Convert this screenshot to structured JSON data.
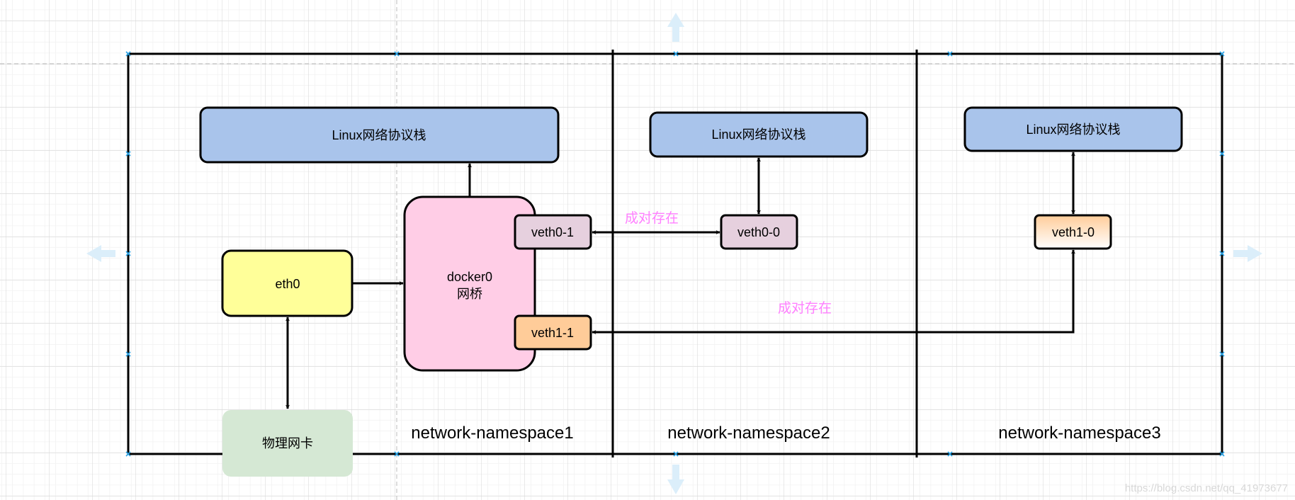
{
  "colors": {
    "stack_fill": "#a9c4eb",
    "bridge_fill": "#ffcde6",
    "veth0_fill": "#e6d0de",
    "veth1_fill": "#ffcc99",
    "eth0_fill": "#ffff99",
    "nic_fill": "#d5e8d4",
    "pair_label": "#ff80ff",
    "hint_arrow": "#dbeefa",
    "marker": "#29a3e6"
  },
  "namespaces": [
    {
      "label": "network-namespace1"
    },
    {
      "label": "network-namespace2"
    },
    {
      "label": "network-namespace3"
    }
  ],
  "nodes": {
    "stack1": "Linux网络协议栈",
    "stack2": "Linux网络协议栈",
    "stack3": "Linux网络协议栈",
    "bridge_line1": "docker0",
    "bridge_line2": "网桥",
    "veth0_1": "veth0-1",
    "veth1_1": "veth1-1",
    "veth0_0": "veth0-0",
    "veth1_0": "veth1-0",
    "eth0": "eth0",
    "nic": "物理网卡"
  },
  "edge_labels": {
    "pair1": "成对存在",
    "pair2": "成对存在"
  },
  "watermark": "https://blog.csdn.net/qq_41973677"
}
